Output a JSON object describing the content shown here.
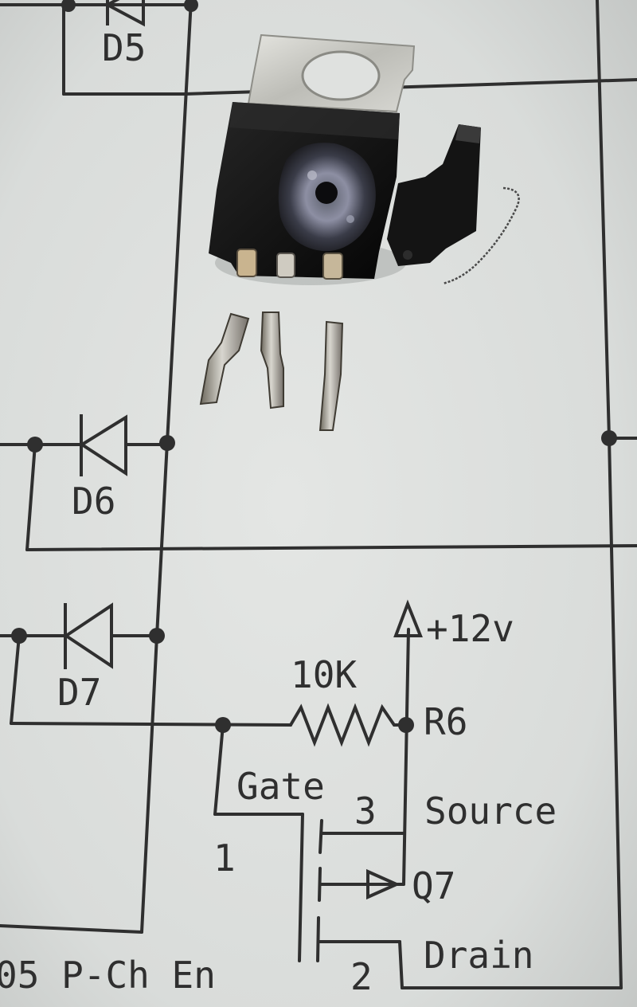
{
  "photo": {
    "subject": "burnt-out-mosfet-on-schematic",
    "paper_color": "#dfe1df",
    "ink_color": "#2f2f2f",
    "component_color": "#111111",
    "tab_color": "#c8c8c4"
  },
  "schematic": {
    "diode_top_label": "D5",
    "diode_mid_label": "D6",
    "diode_low_label": "D7",
    "resistor_value": "10K",
    "resistor_ref": "R6",
    "supply_label": "+12v",
    "gate_label": "Gate",
    "source_label": "Source",
    "drain_label": "Drain",
    "pin_gate": "1",
    "pin_drain": "2",
    "pin_source": "3",
    "transistor_ref": "Q7",
    "caption": "05 P-Ch En"
  }
}
